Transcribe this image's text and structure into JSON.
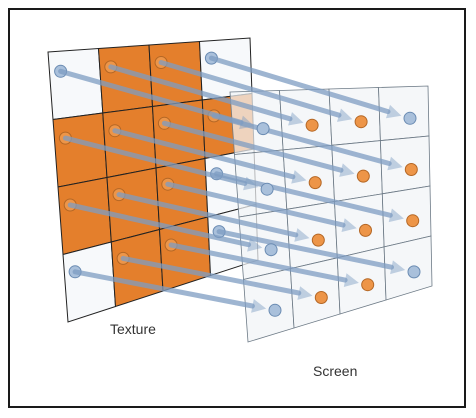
{
  "labels": {
    "texture": "Texture",
    "screen": "Screen"
  },
  "grid": {
    "rows": 4,
    "cols": 4
  },
  "texture_cell_colors": [
    [
      "white",
      "orange",
      "orange",
      "white"
    ],
    [
      "orange",
      "orange",
      "orange",
      "orange"
    ],
    [
      "orange",
      "orange",
      "orange",
      "white"
    ],
    [
      "white",
      "orange",
      "orange",
      "white"
    ]
  ],
  "screen_dot_colors": [
    [
      "blue",
      "orange",
      "orange",
      "blue"
    ],
    [
      "blue",
      "orange",
      "orange",
      "orange"
    ],
    [
      "blue",
      "orange",
      "orange",
      "orange"
    ],
    [
      "blue",
      "orange",
      "orange",
      "blue"
    ]
  ],
  "colors": {
    "orange_fill": "#e47f2c",
    "white_fill": "#f7f9fb",
    "texture_stroke": "#222222",
    "screen_fill": "#f1f4f7",
    "screen_stroke": "#6d7a86",
    "blue_dot": "#a9c0db",
    "blue_dot_stroke": "#6a8bb2",
    "orange_dot": "#ed9548",
    "orange_dot_stroke": "#b46725",
    "arrow": "#7d9cc2"
  }
}
